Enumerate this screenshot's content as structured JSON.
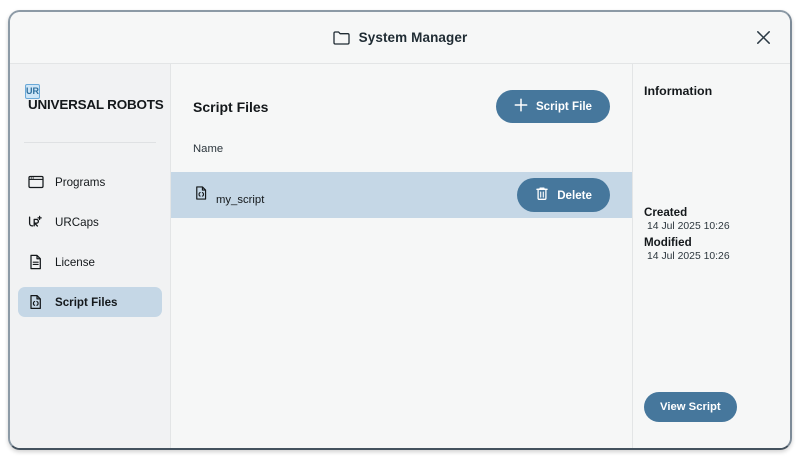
{
  "window": {
    "title": "System Manager",
    "title_icon": "folder-icon",
    "close_icon": "close-icon"
  },
  "sidebar": {
    "brand": {
      "mark": "UR",
      "name": "UNIVERSAL ROBOTS"
    },
    "items": [
      {
        "label": "Programs",
        "icon": "window-icon",
        "selected": false
      },
      {
        "label": "URCaps",
        "icon": "urcaps-plus-icon",
        "selected": false
      },
      {
        "label": "License",
        "icon": "document-icon",
        "selected": false
      },
      {
        "label": "Script Files",
        "icon": "script-file-icon",
        "selected": true
      }
    ]
  },
  "main": {
    "title": "Script Files",
    "add_button": {
      "label": "Script File",
      "icon": "plus-icon"
    },
    "column_header": "Name",
    "rows": [
      {
        "name": "my_script",
        "icon": "script-file-icon",
        "selected": true,
        "delete_button": {
          "label": "Delete",
          "icon": "trash-icon"
        }
      }
    ]
  },
  "info": {
    "title": "Information",
    "created_label": "Created",
    "created_value": "14 Jul 2025 10:26",
    "modified_label": "Modified",
    "modified_value": "14 Jul 2025 10:26",
    "view_button": "View Script"
  },
  "colors": {
    "accent": "#46779c",
    "selected_row": "#c5d7e6",
    "panel_bg": "#f6f7f7",
    "sidebar_bg": "#f1f2f3",
    "brand_mark": "#6aa9d8"
  }
}
